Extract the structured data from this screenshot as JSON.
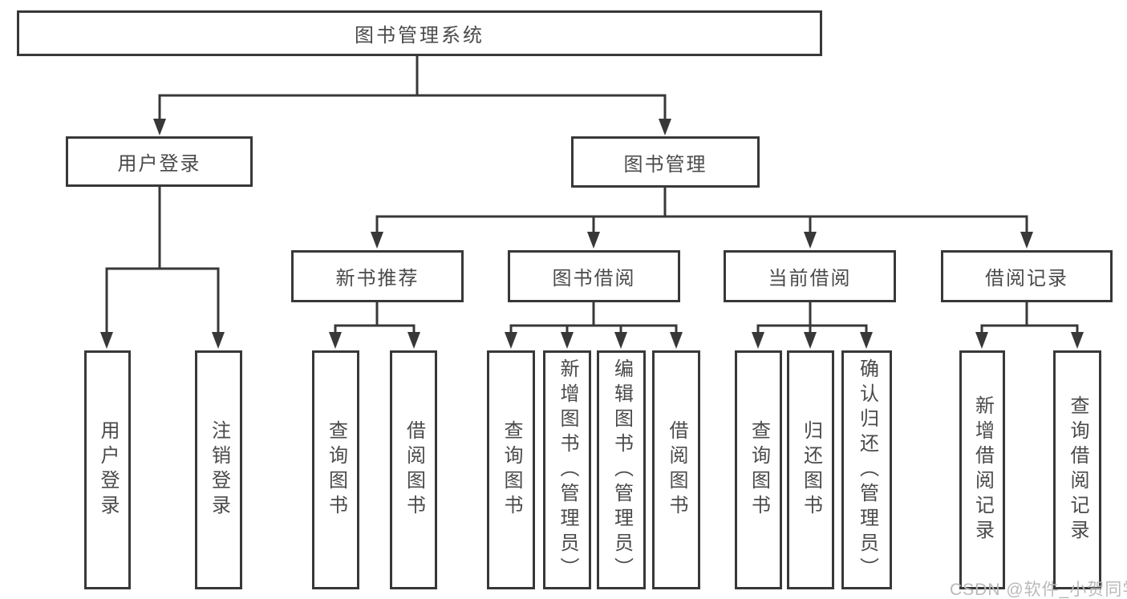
{
  "tree": {
    "label": "图书管理系统",
    "children": [
      {
        "label": "用户登录",
        "children": [
          {
            "label": "用户登录"
          },
          {
            "label": "注销登录"
          }
        ]
      },
      {
        "label": "图书管理",
        "children": [
          {
            "label": "新书推荐",
            "children": [
              {
                "label": "查询图书"
              },
              {
                "label": "借阅图书"
              }
            ]
          },
          {
            "label": "图书借阅",
            "children": [
              {
                "label": "查询图书"
              },
              {
                "label": "新增图书（管理员）"
              },
              {
                "label": "编辑图书（管理员）"
              },
              {
                "label": "借阅图书"
              }
            ]
          },
          {
            "label": "当前借阅",
            "children": [
              {
                "label": "查询图书"
              },
              {
                "label": "归还图书"
              },
              {
                "label": "确认归还（管理员）"
              }
            ]
          },
          {
            "label": "借阅记录",
            "children": [
              {
                "label": "新增借阅记录"
              },
              {
                "label": "查询借阅记录"
              }
            ]
          }
        ]
      }
    ]
  },
  "watermark": {
    "text": "CSDN @软件_小贺同学"
  },
  "colors": {
    "line": "#383838",
    "node_border": "#383838",
    "node_text": "#4a4a4a",
    "background": "#ffffff",
    "watermark": "#b9b9b9"
  }
}
